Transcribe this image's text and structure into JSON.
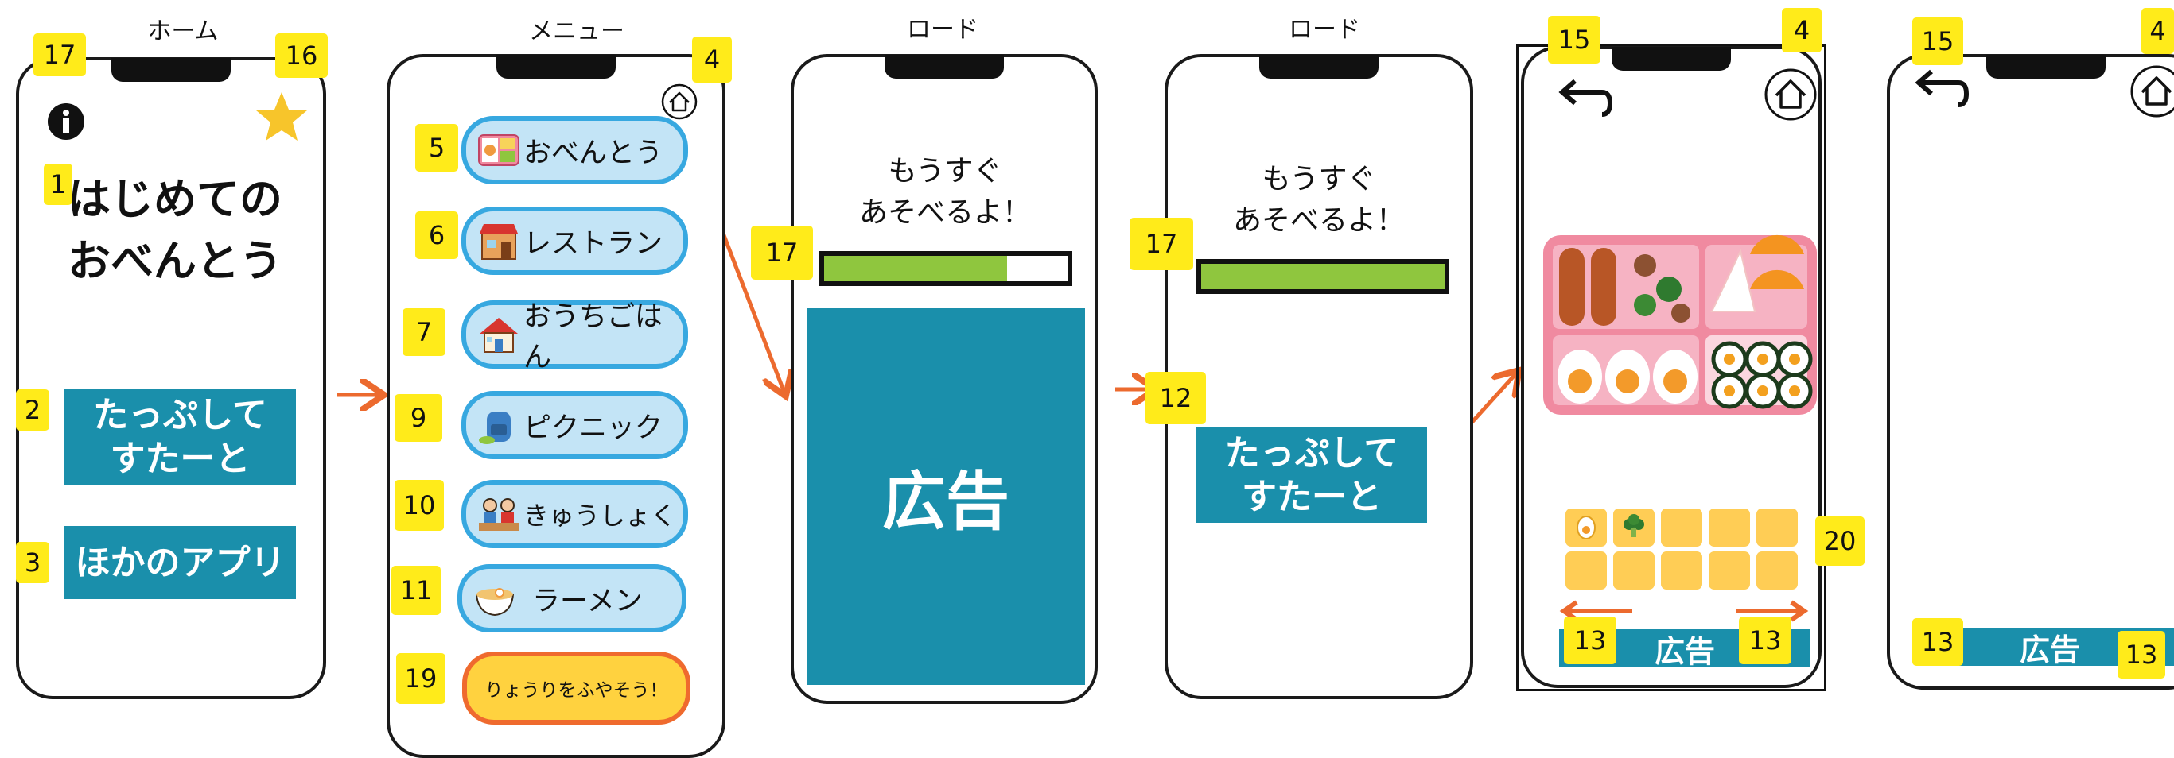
{
  "colors": {
    "badge": "#ffeb1a",
    "teal": "#1a8fab",
    "arrow": "#ec6a2e",
    "menu_fill": "#c3e4f6",
    "menu_border": "#37a8e0",
    "recipe_fill": "#ffd23f",
    "recipe_border": "#ef6a2e",
    "progress": "#8fc63e",
    "grid_cell": "#ffcd55",
    "star": "#f7c52b"
  },
  "screens": {
    "home": {
      "title": "ホーム",
      "heading_line1": "はじめての",
      "heading_line2": "おべんとう",
      "start_line1": "たっぷして",
      "start_line2": "すたーと",
      "other_apps": "ほかのアプリ",
      "icons": [
        "info-icon",
        "star-icon"
      ]
    },
    "menu": {
      "title": "メニュー",
      "items": [
        {
          "badge": "5",
          "label": "おべんとう",
          "icon": "bento-icon"
        },
        {
          "badge": "6",
          "label": "レストラン",
          "icon": "restaurant-icon"
        },
        {
          "badge": "7",
          "label": "おうちごはん",
          "icon": "house-icon"
        },
        {
          "badge": "9",
          "label": "ピクニック",
          "icon": "backpack-icon"
        },
        {
          "badge": "10",
          "label": "きゅうしょく",
          "icon": "school-lunch-icon"
        },
        {
          "badge": "11",
          "label": "ラーメン",
          "icon": "ramen-icon"
        }
      ],
      "recipe": {
        "badge": "19",
        "label": "りょうりをふやそう！"
      },
      "icons": [
        "home-icon"
      ]
    },
    "load1": {
      "title": "ロード",
      "line1": "もうすぐ",
      "line2": "あそべるよ！",
      "progress": 0.75,
      "ad": "広告"
    },
    "load2": {
      "title": "ロード",
      "line1": "もうすぐ",
      "line2": "あそべるよ！",
      "progress": 1.0,
      "start_line1": "たっぷして",
      "start_line2": "すたーと"
    },
    "game": {
      "ad": "広告",
      "icons": [
        "back-arrow-icon",
        "home-icon",
        "egg-icon",
        "broccoli-icon"
      ]
    },
    "game2": {
      "ad": "広告",
      "icons": [
        "back-arrow-icon",
        "home-icon"
      ]
    }
  },
  "badges": {
    "home_info": "17",
    "home_star": "16",
    "home_heading": "1",
    "home_start": "2",
    "home_other": "3",
    "menu_home": "4",
    "load1_progress": "17",
    "load2_progress": "17",
    "load2_start": "12",
    "game_back": "15",
    "game_home": "4",
    "game_grid": "20",
    "game_ad_left": "13",
    "game_ad_right": "13",
    "game2_back": "15",
    "game2_home": "4",
    "game2_ad_left": "13",
    "game2_ad_right": "13"
  }
}
